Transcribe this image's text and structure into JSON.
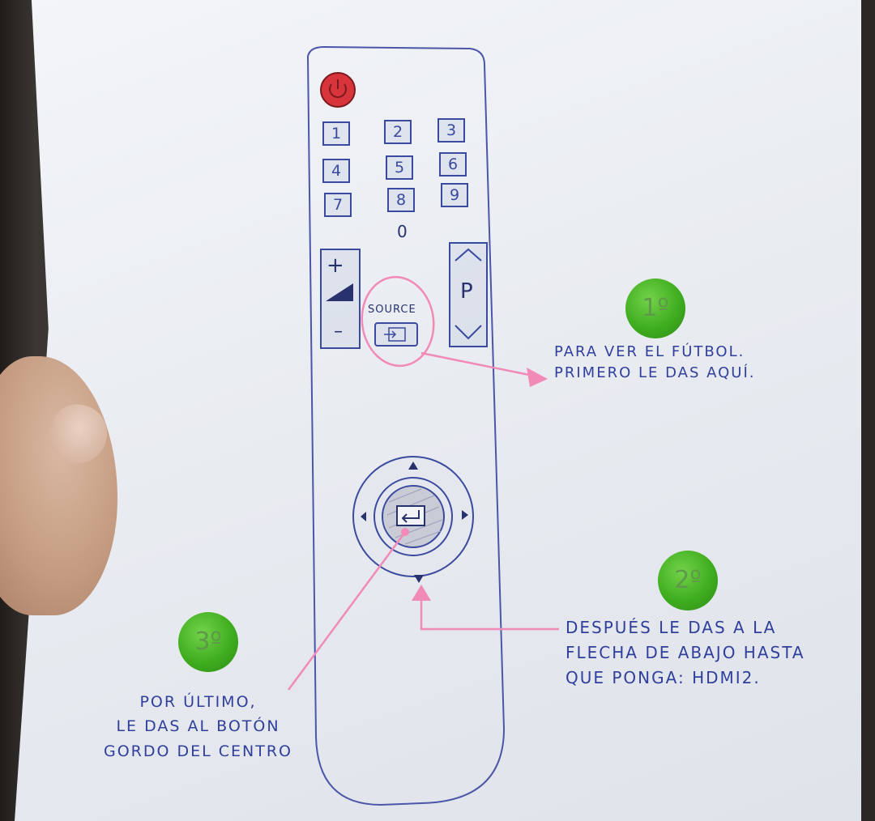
{
  "remote": {
    "keys": [
      "1",
      "2",
      "3",
      "4",
      "5",
      "6",
      "7",
      "8",
      "9"
    ],
    "zero": "0",
    "vol_plus": "+",
    "vol_minus": "–",
    "channel_label": "P",
    "source_label": "SOURCE"
  },
  "steps": [
    {
      "badge": "1º",
      "text": "PARA VER EL FÚTBOL.\nPRIMERO LE DAS AQUÍ."
    },
    {
      "badge": "2º",
      "text": "DESPUÉS LE DAS A LA\nFLECHA DE ABAJO HASTA\nQUE PONGA: HDMI2."
    },
    {
      "badge": "3º",
      "text": "POR ÚLTIMO,\nLE DAS AL BOTÓN\nGORDO DEL CENTRO"
    }
  ],
  "colors": {
    "ink": "#2f3f9b",
    "highlighter_pink": "#f28ab8",
    "power_red": "#d8343c",
    "badge_green": "#3fae1f"
  }
}
